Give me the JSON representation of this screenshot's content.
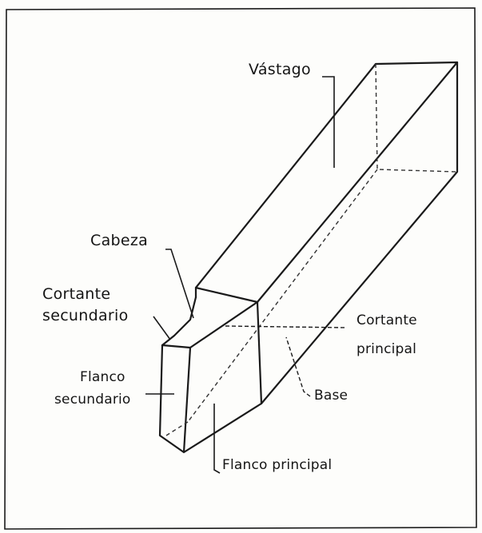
{
  "labels": {
    "vastago": "Vástago",
    "cabeza": "Cabeza",
    "cortante_secundario_1": "Cortante",
    "cortante_secundario_2": "secundario",
    "cortante_principal_1": "Cortante",
    "cortante_principal_2": "principal",
    "flanco_secundario_1": "Flanco",
    "flanco_secundario_2": "secundario",
    "base": "Base",
    "flanco_principal": "Flanco principal"
  }
}
